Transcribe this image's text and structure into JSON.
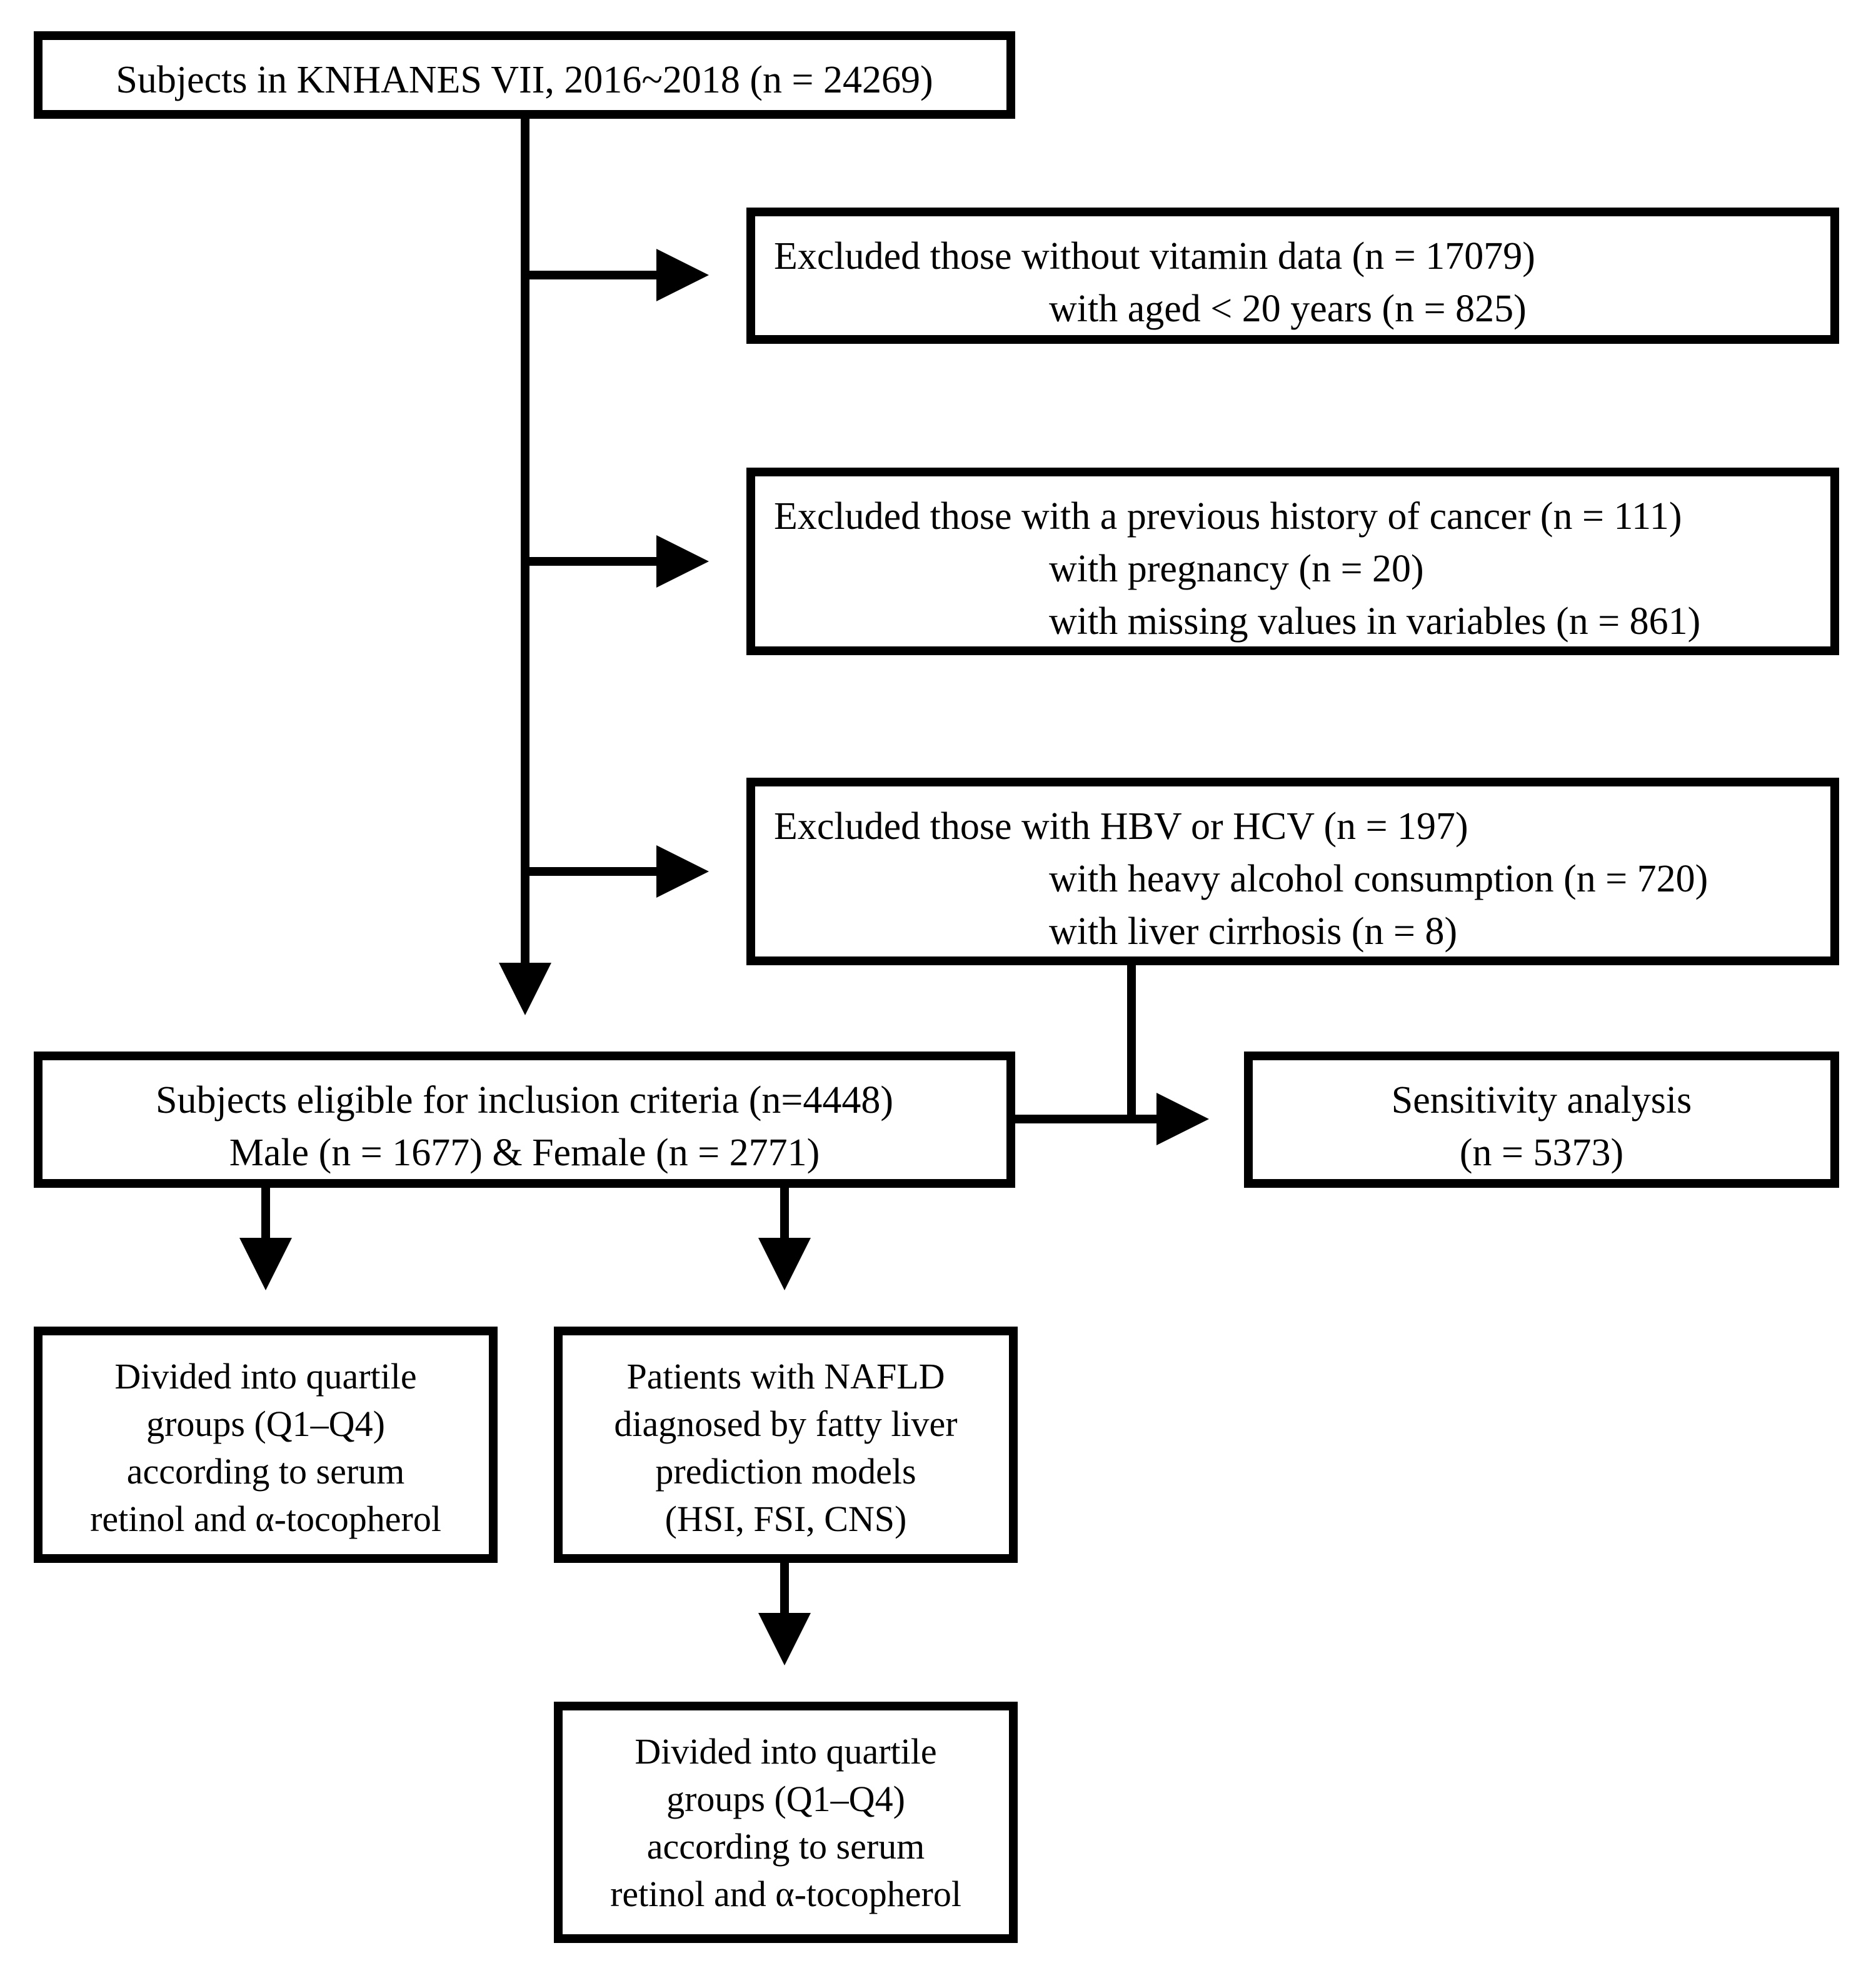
{
  "diagram": {
    "type": "flowchart",
    "nodes": {
      "source": {
        "lines": [
          "Subjects in KNHANES VII, 2016~2018 (n = 24269)"
        ]
      },
      "exclusion1": {
        "lines": [
          "Excluded those without vitamin data (n = 17079)",
          "with aged < 20 years (n = 825)"
        ]
      },
      "exclusion2": {
        "lines": [
          "Excluded those with a previous history of cancer (n = 111)",
          "with pregnancy (n = 20)",
          "with missing values in variables (n = 861)"
        ]
      },
      "exclusion3": {
        "lines": [
          "Excluded those with HBV or HCV (n = 197)",
          "with heavy alcohol consumption (n = 720)",
          "with liver cirrhosis (n = 8)"
        ]
      },
      "eligible": {
        "lines": [
          "Subjects eligible for inclusion criteria (n=4448)",
          "Male (n = 1677) & Female (n = 2771)"
        ]
      },
      "sensitivity": {
        "lines": [
          "Sensitivity analysis",
          "(n = 5373)"
        ]
      },
      "quartile_all": {
        "lines": [
          "Divided into quartile",
          "groups (Q1–Q4)",
          "according to serum",
          "retinol and α-tocopherol"
        ]
      },
      "nafld": {
        "lines": [
          "Patients with NAFLD",
          "diagnosed by fatty liver",
          "prediction models",
          "(HSI, FSI, CNS)"
        ]
      },
      "quartile_nafld": {
        "lines": [
          "Divided into quartile",
          "groups (Q1–Q4)",
          "according to serum",
          "retinol and α-tocopherol"
        ]
      }
    },
    "edges": [
      {
        "from": "source",
        "to": "eligible"
      },
      {
        "from": "source",
        "to": "exclusion1"
      },
      {
        "from": "source",
        "to": "exclusion2"
      },
      {
        "from": "source",
        "to": "exclusion3"
      },
      {
        "from": "eligible",
        "to": "sensitivity"
      },
      {
        "from": "exclusion3",
        "to": "sensitivity"
      },
      {
        "from": "eligible",
        "to": "quartile_all"
      },
      {
        "from": "eligible",
        "to": "nafld"
      },
      {
        "from": "nafld",
        "to": "quartile_nafld"
      }
    ]
  }
}
